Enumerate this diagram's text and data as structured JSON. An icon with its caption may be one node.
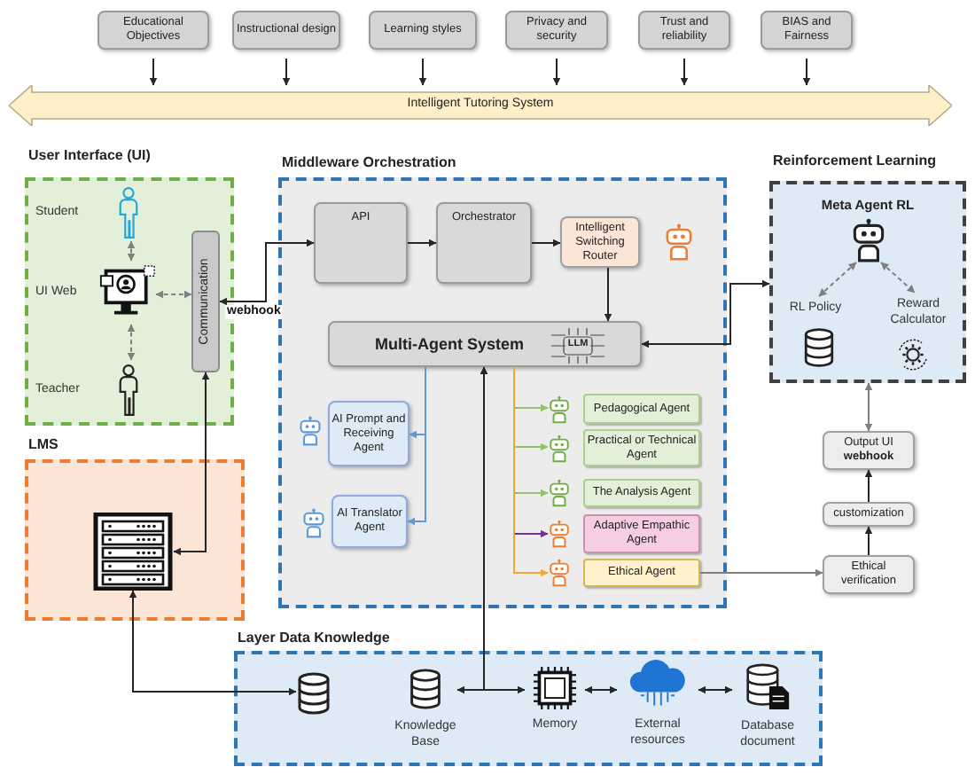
{
  "diagram": {
    "nodes": [
      {
        "text": [
          "Educational Objectives"
        ]
      },
      {
        "text": [
          "Instructional design"
        ]
      },
      {
        "text": [
          "Learning styles"
        ]
      },
      {
        "text": [
          "Privacy and security"
        ]
      },
      {
        "text": [
          "Trust and reliability"
        ]
      },
      {
        "text": [
          "BIAS and Fairness"
        ]
      },
      {
        "text": [
          "Intelligent Tutoring System"
        ]
      },
      {
        "text": [
          "User Interface (UI)"
        ]
      },
      {
        "text": [
          "Student"
        ],
        "in": 7
      },
      {
        "text": [
          "UI Web"
        ],
        "in": 7
      },
      {
        "text": [
          "Teacher"
        ],
        "in": 7
      },
      {
        "text": [
          "Communication"
        ],
        "in": 7
      },
      {
        "text": [
          "LMS"
        ]
      },
      {
        "text": [],
        "shape": "picture",
        "in": 12
      },
      {
        "text": [
          "Middleware Orchestration"
        ]
      },
      {
        "text": [
          "API"
        ],
        "in": 14
      },
      {
        "text": [
          "Orchestrator"
        ],
        "in": 14
      },
      {
        "text": [
          "Intelligent Switching Router"
        ],
        "in": 14
      },
      {
        "text": [
          "Multi-Agent System"
        ],
        "in": 14
      },
      {
        "text": [
          "AI Prompt and Receiving Agent"
        ],
        "in": 14
      },
      {
        "text": [
          "AI Translator Agent"
        ],
        "in": 14
      },
      {
        "text": [
          "Pedagogical Agent"
        ],
        "in": 14
      },
      {
        "text": [
          "Practical or Technical Agent"
        ],
        "in": 14
      },
      {
        "text": [
          "The Analysis Agent"
        ],
        "in": 14
      },
      {
        "text": [
          "Adaptive Empathic Agent"
        ],
        "in": 14
      },
      {
        "text": [
          "Ethical Agent"
        ],
        "in": 14
      },
      {
        "text": [
          "Reinforcement Learning",
          "Meta Agent RL"
        ]
      },
      {
        "text": [],
        "shape": "picture",
        "in": 26
      },
      {
        "text": [
          "RL Policy"
        ],
        "in": 26
      },
      {
        "text": [
          "Reward Calculator"
        ],
        "in": 26
      },
      {
        "text": [
          "Output UI",
          "webhook"
        ]
      },
      {
        "text": [
          "customization"
        ]
      },
      {
        "text": [
          "Ethical verification"
        ]
      },
      {
        "text": [
          "Layer Data Knowledge"
        ]
      },
      {
        "text": [],
        "shape": "cylinder",
        "in": 33
      },
      {
        "text": [
          "Knowledge Base"
        ],
        "in": 33
      },
      {
        "text": [
          "Memory"
        ],
        "in": 33
      },
      {
        "text": [
          "External resources"
        ],
        "in": 33
      },
      {
        "text": [
          "Database document"
        ],
        "in": 33
      }
    ],
    "edges": [
      {
        "from": 0,
        "to": 6,
        "arrow": "to"
      },
      {
        "from": 1,
        "to": 6,
        "arrow": "to"
      },
      {
        "from": 2,
        "to": 6,
        "arrow": "to"
      },
      {
        "from": 3,
        "to": 6,
        "arrow": "to"
      },
      {
        "from": 4,
        "to": 6,
        "arrow": "to"
      },
      {
        "from": 5,
        "to": 6,
        "arrow": "to"
      },
      {
        "from": 8,
        "to": 9,
        "arrow": "both",
        "style": "dashed",
        "color": "#7f7f7f"
      },
      {
        "from": 9,
        "to": 10,
        "arrow": "both",
        "style": "dashed",
        "color": "#7f7f7f"
      },
      {
        "from": 9,
        "to": 11,
        "arrow": "both",
        "style": "dashed",
        "color": "#7f7f7f"
      },
      {
        "from": 11,
        "to": 15,
        "arrow": "both",
        "label": "webhook"
      },
      {
        "from": 11,
        "to": 13,
        "arrow": "both"
      },
      {
        "from": 15,
        "to": 16,
        "arrow": "to"
      },
      {
        "from": 16,
        "to": 17,
        "arrow": "to"
      },
      {
        "from": 17,
        "to": 18,
        "arrow": "to"
      },
      {
        "from": 26,
        "to": 18,
        "arrow": "both"
      },
      {
        "from": 18,
        "to": 19,
        "arrow": "to",
        "color": "#5b9bd5"
      },
      {
        "from": 18,
        "to": 20,
        "arrow": "to",
        "color": "#5b9bd5"
      },
      {
        "from": 18,
        "to": 21,
        "arrow": "to",
        "color": "#8fc46a"
      },
      {
        "from": 18,
        "to": 22,
        "arrow": "to",
        "color": "#8fc46a"
      },
      {
        "from": 18,
        "to": 23,
        "arrow": "to",
        "color": "#8fc46a"
      },
      {
        "from": 18,
        "to": 24,
        "arrow": "to",
        "color": "#7030a0"
      },
      {
        "from": 18,
        "to": 25,
        "arrow": "to",
        "color": "#f0a830"
      },
      {
        "from": 25,
        "to": 32,
        "arrow": "to",
        "color": "#7f7f7f"
      },
      {
        "from": 32,
        "to": 31,
        "arrow": "to"
      },
      {
        "from": 31,
        "to": 30,
        "arrow": "to"
      },
      {
        "from": 26,
        "to": 30,
        "arrow": "both",
        "color": "#7f7f7f"
      },
      {
        "from": 27,
        "to": 28,
        "arrow": "both",
        "style": "dashed",
        "color": "#7f7f7f"
      },
      {
        "from": 27,
        "to": 29,
        "arrow": "both",
        "style": "dashed",
        "color": "#7f7f7f"
      },
      {
        "from": 13,
        "to": 34,
        "arrow": "both"
      },
      {
        "from": 18,
        "to": 35,
        "arrow": "both"
      },
      {
        "from": 18,
        "to": 36,
        "arrow": "both"
      },
      {
        "from": 36,
        "to": 37,
        "arrow": "both"
      },
      {
        "from": 37,
        "to": 38,
        "arrow": "both"
      }
    ],
    "labels": [
      "LLM"
    ]
  }
}
